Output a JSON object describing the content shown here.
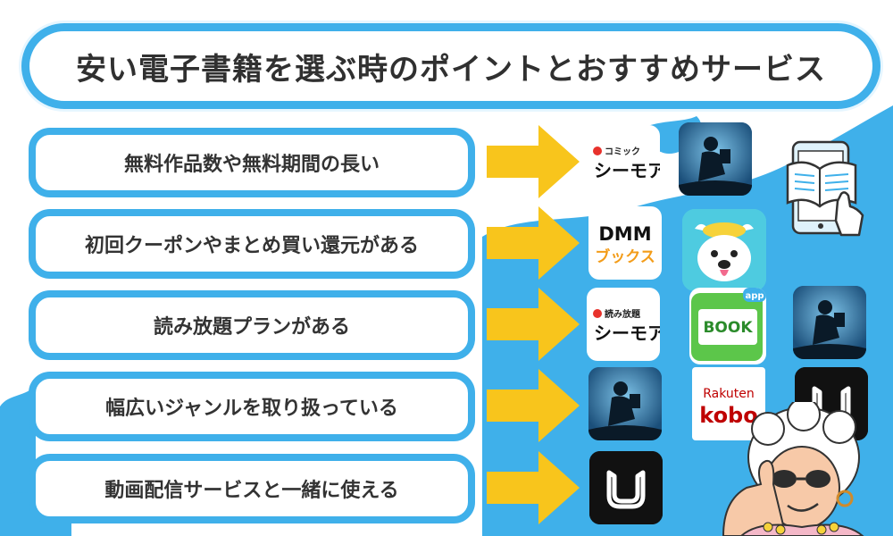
{
  "title": "安い電子書籍を選ぶ時のポイントとおすすめサービス",
  "rows": [
    {
      "label": "無料作品数や無料期間の長い"
    },
    {
      "label": "初回クーポンやまとめ買い還元がある"
    },
    {
      "label": "読み放題プランがある"
    },
    {
      "label": "幅広いジャンルを取り扱っている"
    },
    {
      "label": "動画配信サービスと一緒に使える"
    }
  ],
  "apps": {
    "cmoa_comic": {
      "top": "コミック",
      "main": "シーモア"
    },
    "dmm": {
      "line1": "DMM",
      "line2": "ブックス"
    },
    "cmoa_yomihodai": {
      "top": "読み放題",
      "main": "シーモア"
    },
    "book_pass": {
      "label": "BOOK",
      "badge": "app"
    },
    "rakuten_kobo": {
      "line1": "Rakuten",
      "line2": "kobo"
    }
  },
  "colors": {
    "accent_blue": "#3fb0ea",
    "arrow_yellow": "#f8c51c",
    "text": "#333333"
  }
}
